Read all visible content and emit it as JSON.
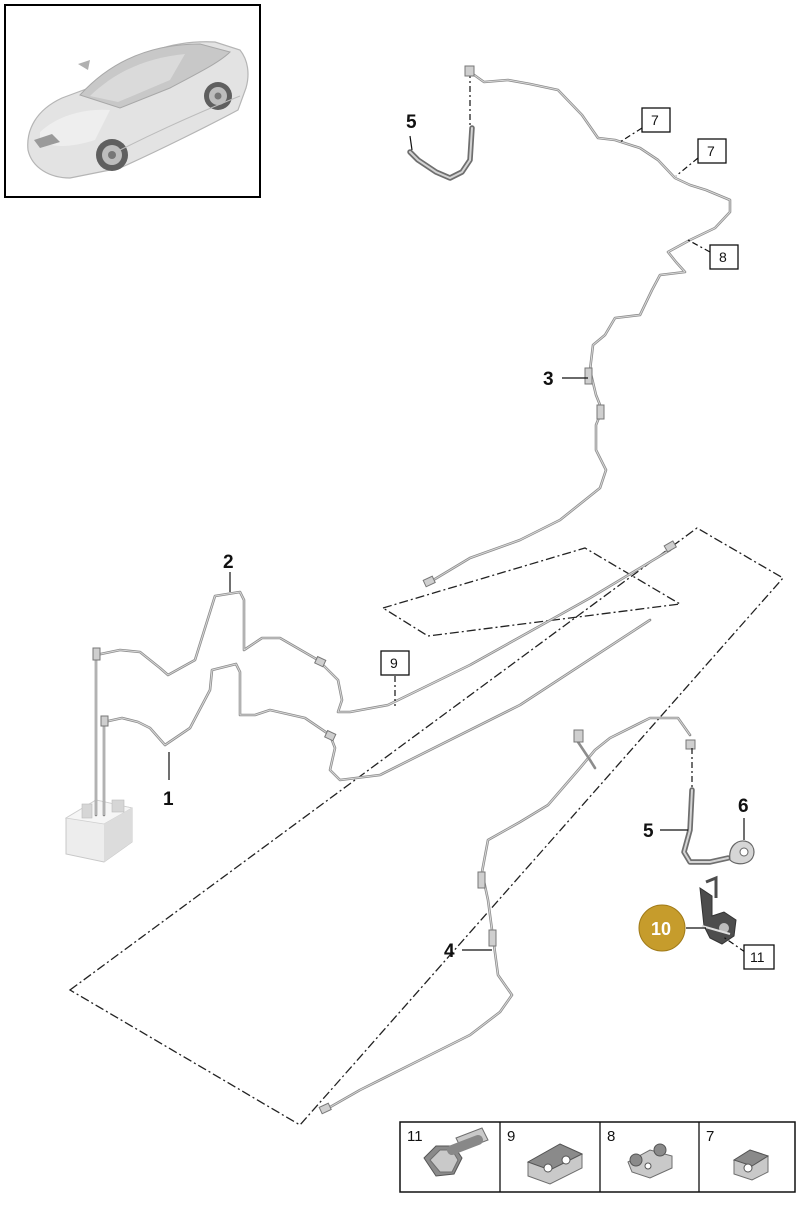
{
  "callouts": {
    "c1": "1",
    "c2": "2",
    "c3": "3",
    "c4": "4",
    "c5_top": "5",
    "c5_bottom": "5",
    "c6": "6"
  },
  "box_labels": {
    "b7a": "7",
    "b7b": "7",
    "b8": "8",
    "b9": "9",
    "b11": "11"
  },
  "highlight": {
    "label": "10",
    "color": "#c69c2c"
  },
  "legend": {
    "items": [
      {
        "number": "11",
        "icon": "hex-bolt-icon"
      },
      {
        "number": "9",
        "icon": "double-pipe-clip-icon"
      },
      {
        "number": "8",
        "icon": "pipe-clip-icon"
      },
      {
        "number": "7",
        "icon": "single-pipe-clip-icon"
      }
    ]
  },
  "thumbnail": {
    "icon": "car-icon"
  }
}
